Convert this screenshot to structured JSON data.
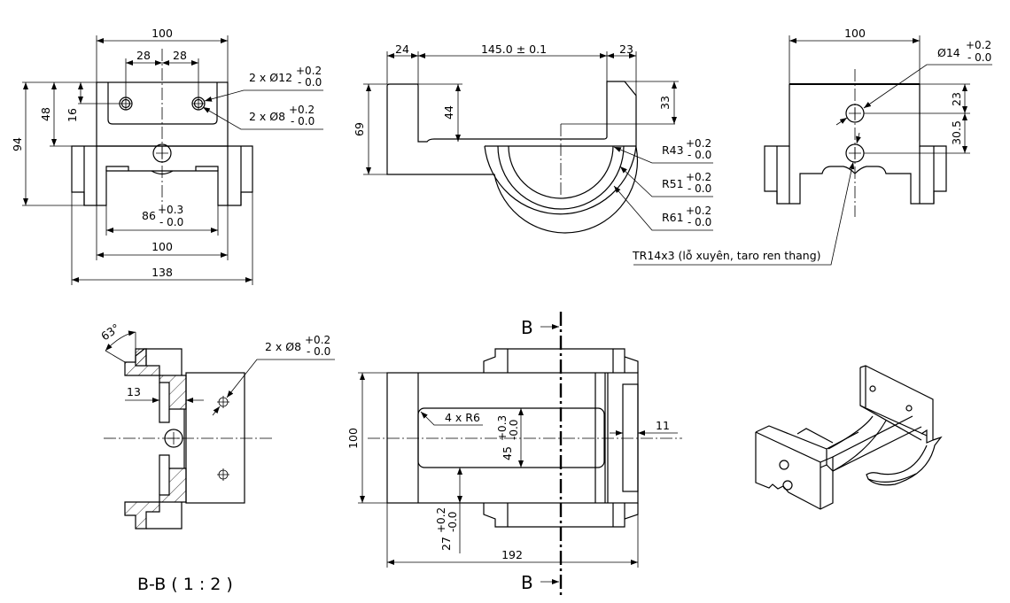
{
  "drawing": {
    "front_view": {
      "dim_width_top": "100",
      "dim_hole_spacing_left": "28",
      "dim_hole_spacing_right": "28",
      "dim_overall_height": "94",
      "dim_height_48": "48",
      "dim_height_16": "16",
      "hole_callout_12": {
        "label": "2 x Ø12",
        "tol_plus": "+0.2",
        "tol_minus": "- 0.0"
      },
      "hole_callout_8": {
        "label": "2 x Ø8",
        "tol_plus": "+0.2",
        "tol_minus": "- 0.0"
      },
      "dim_slot_86": {
        "label": "86",
        "tol_plus": "+0.3",
        "tol_minus": "- 0.0"
      },
      "dim_width_bottom": "100",
      "dim_overall_width": "138"
    },
    "side_view": {
      "dim_24": "24",
      "dim_145": "145.0 ± 0.1",
      "dim_23": "23",
      "dim_69": "69",
      "dim_44": "44",
      "dim_33": "33",
      "radius_43": {
        "label": "R43",
        "tol_plus": "+0.2",
        "tol_minus": "- 0.0"
      },
      "radius_51": {
        "label": "R51",
        "tol_plus": "+0.2",
        "tol_minus": "- 0.0"
      },
      "radius_61": {
        "label": "R61",
        "tol_plus": "+0.2",
        "tol_minus": "- 0.0"
      }
    },
    "end_view": {
      "dim_width": "100",
      "hole_callout_14": {
        "label": "Ø14",
        "tol_plus": "+0.2",
        "tol_minus": "- 0.0"
      },
      "dim_23": "23",
      "dim_30_5": "30.5",
      "thread_note": "TR14x3 (lỗ xuyên, taro ren thang)"
    },
    "section_view": {
      "angle": "63°",
      "dim_13": "13",
      "hole_callout_8": {
        "label": "2 x Ø8",
        "tol_plus": "+0.2",
        "tol_minus": "- 0.0"
      },
      "title": "B-B ( 1 : 2 )"
    },
    "top_view": {
      "section_marker_top": "B",
      "section_marker_bottom": "B",
      "dim_100": "100",
      "radius_note": "4 x R6",
      "dim_45": {
        "label": "45",
        "tol_plus": "+0.3",
        "tol_minus": "-0.0"
      },
      "dim_27": {
        "label": "27",
        "tol_plus": "+0.2",
        "tol_minus": "-0.0"
      },
      "dim_11": "11",
      "dim_192": "192"
    },
    "iso_view": {
      "label": ""
    }
  }
}
